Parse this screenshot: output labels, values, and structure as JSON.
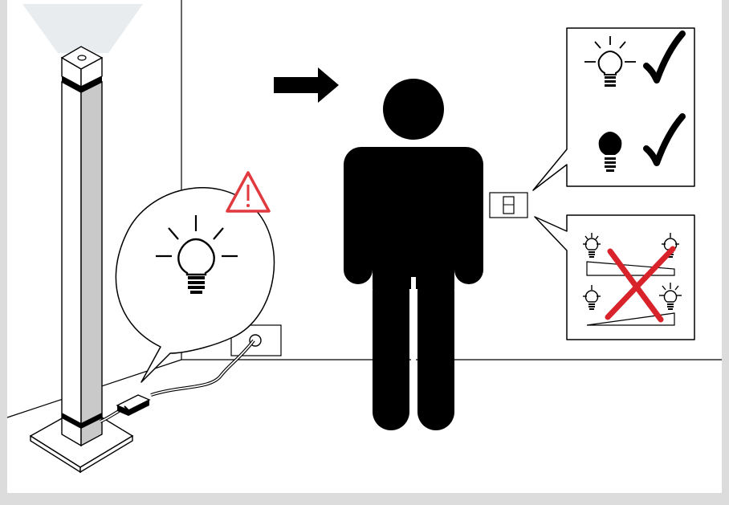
{
  "diagram": {
    "frame_color": "#dcdcdc",
    "warning_color": "#e0393e",
    "cross_color": "#d8232a",
    "ink_color": "#000000",
    "icons": {
      "lamp": "floor-lamp-icon",
      "bulb_warning": "light-bulb-icon",
      "warning": "warning-triangle-icon",
      "arrow": "right-arrow-icon",
      "person": "person-icon",
      "switch": "wall-switch-icon",
      "socket": "wall-socket-icon",
      "inline_switch": "inline-cord-switch-icon",
      "check": "checkmark-icon",
      "cross": "cross-icon",
      "bulb_on": "bulb-on-icon",
      "bulb_off": "bulb-off-icon",
      "dimmer": "dimmer-ramp-icon"
    },
    "panels": [
      {
        "name": "on-off-bulb-lit",
        "status": "allowed"
      },
      {
        "name": "on-off-bulb-dark",
        "status": "allowed"
      },
      {
        "name": "dimming",
        "status": "not-allowed"
      }
    ]
  }
}
